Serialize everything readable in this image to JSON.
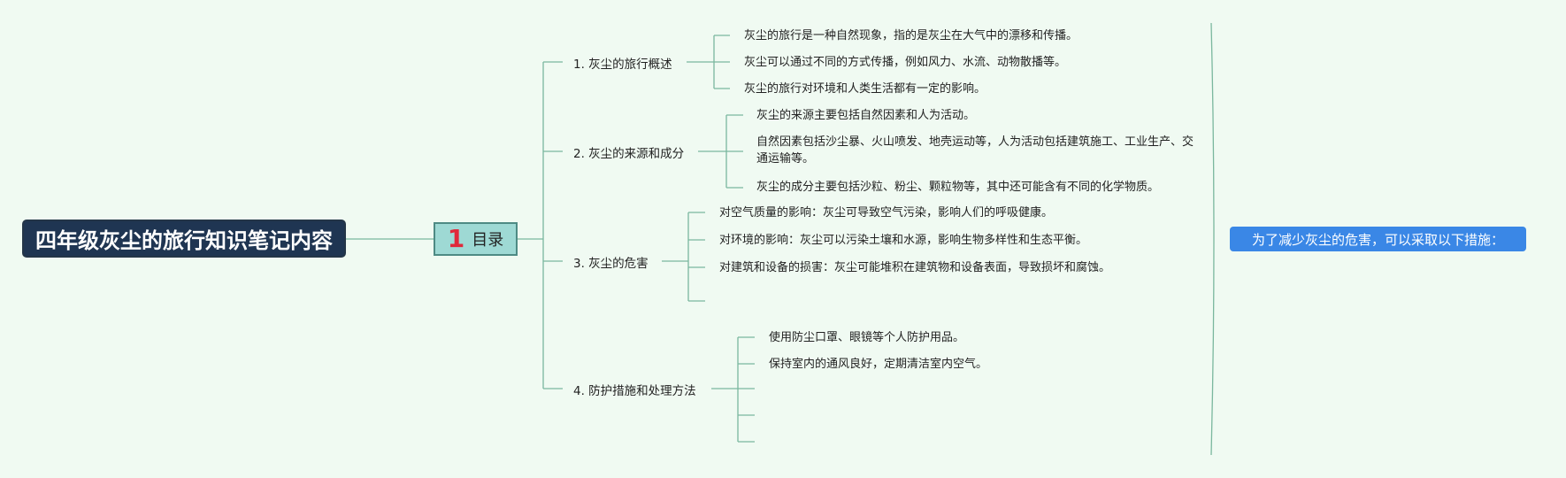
{
  "root": {
    "title": "四年级灰尘的旅行知识笔记内容"
  },
  "toc": {
    "number": "1",
    "label": "目录"
  },
  "sections": [
    {
      "label": "1. 灰尘的旅行概述",
      "items": [
        "灰尘的旅行是一种自然现象，指的是灰尘在大气中的漂移和传播。",
        "灰尘可以通过不同的方式传播，例如风力、水流、动物散播等。",
        "灰尘的旅行对环境和人类生活都有一定的影响。"
      ]
    },
    {
      "label": "2. 灰尘的来源和成分",
      "items": [
        "灰尘的来源主要包括自然因素和人为活动。",
        "自然因素包括沙尘暴、火山喷发、地壳运动等，人为活动包括建筑施工、工业生产、交通运输等。",
        "灰尘的成分主要包括沙粒、粉尘、颗粒物等，其中还可能含有不同的化学物质。"
      ]
    },
    {
      "label": "3. 灰尘的危害",
      "items": [
        "对空气质量的影响：灰尘可导致空气污染，影响人们的呼吸健康。",
        "对环境的影响：灰尘可以污染土壤和水源，影响生物多样性和生态平衡。",
        "对建筑和设备的损害：灰尘可能堆积在建筑物和设备表面，导致损坏和腐蚀。",
        ""
      ]
    },
    {
      "label": "4. 防护措施和处理方法",
      "items": [
        "使用防尘口罩、眼镜等个人防护用品。",
        "保持室内的通风良好，定期清洁室内空气。",
        "",
        "",
        ""
      ]
    }
  ],
  "summary": {
    "text": "为了减少灰尘的危害，可以采取以下措施："
  }
}
